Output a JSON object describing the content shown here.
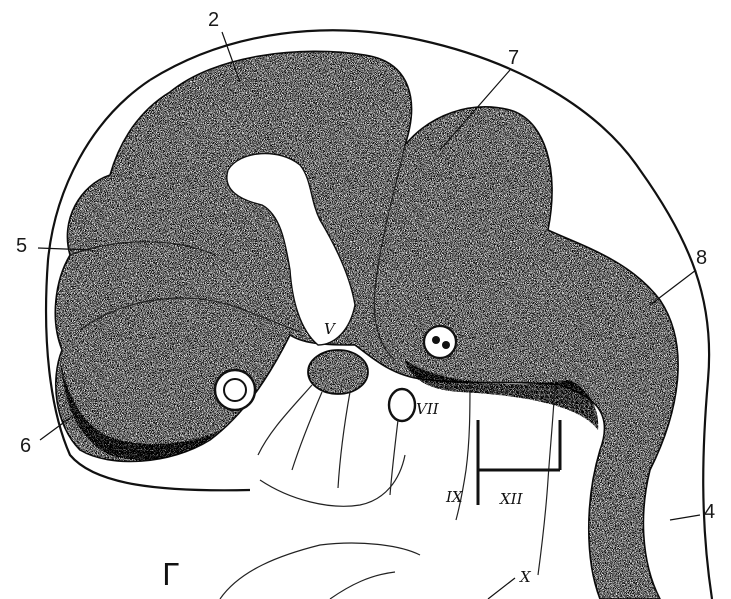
{
  "panel_label": "Г",
  "part_labels": {
    "l2": "2",
    "l4": "4",
    "l5": "5",
    "l6": "6",
    "l7": "7",
    "l8": "8"
  },
  "nerve_labels": {
    "v": "V",
    "vii": "VII",
    "ix": "IX",
    "x": "X",
    "xii": "XII"
  }
}
